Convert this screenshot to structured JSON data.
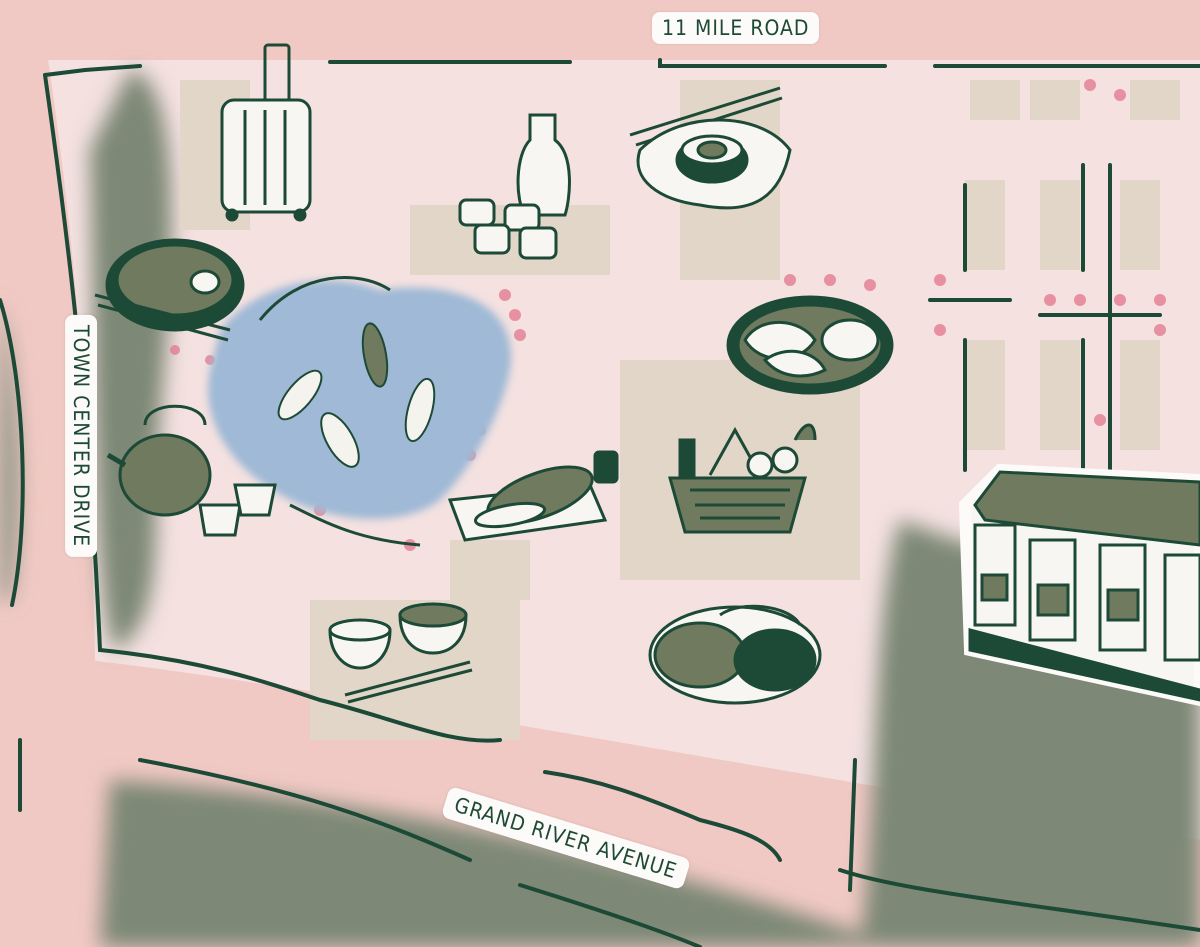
{
  "map": {
    "roads": {
      "north": "11 MILE ROAD",
      "west": "TOWN CENTER DRIVE",
      "south": "GRAND RIVER AVENUE"
    },
    "landmarks": [
      {
        "name": "suitcase-icon"
      },
      {
        "name": "sake-set-icon"
      },
      {
        "name": "sushi-roll-plate-icon"
      },
      {
        "name": "ramen-bowl-icon"
      },
      {
        "name": "koi-pond"
      },
      {
        "name": "teapot-icon"
      },
      {
        "name": "fish-market-icon"
      },
      {
        "name": "dumplings-plate-icon"
      },
      {
        "name": "grocery-basket-icon"
      },
      {
        "name": "rice-miso-bowls-icon"
      },
      {
        "name": "salad-plate-icon"
      },
      {
        "name": "townhouses-icon"
      }
    ],
    "colors": {
      "background": "#f4e1e0",
      "road": "#f1c9c4",
      "ink": "#1d4a36",
      "olive": "#6f7a5e",
      "lot": "#e2d6c9",
      "water": "#9fb9d6",
      "trees": "#7d8876"
    }
  }
}
